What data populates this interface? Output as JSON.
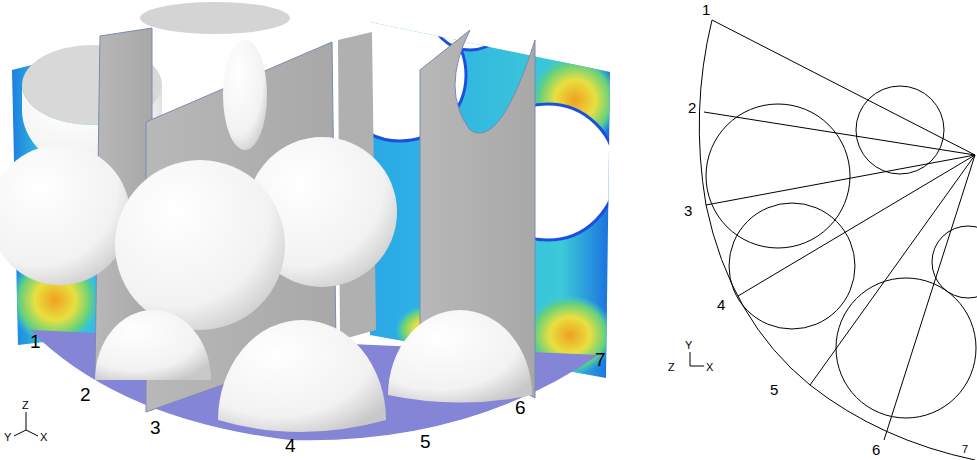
{
  "diagram": {
    "labels": [
      "1",
      "2",
      "3",
      "4",
      "5",
      "6",
      "7",
      "Z",
      "Y",
      "X",
      "Y",
      "Z",
      "X",
      "1",
      "2",
      "3",
      "4",
      "5",
      "6",
      "7"
    ]
  }
}
